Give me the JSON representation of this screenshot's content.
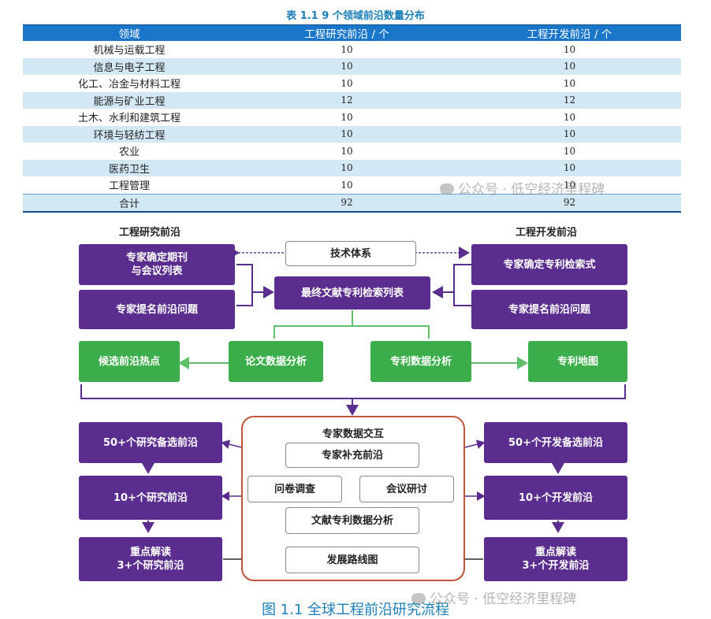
{
  "table": {
    "caption": "表 1.1   9 个领域前沿数量分布",
    "headers": [
      "领域",
      "工程研究前沿 / 个",
      "工程开发前沿 / 个"
    ],
    "rows": [
      [
        "机械与运载工程",
        "10",
        "10"
      ],
      [
        "信息与电子工程",
        "10",
        "10"
      ],
      [
        "化工、冶金与材料工程",
        "10",
        "10"
      ],
      [
        "能源与矿业工程",
        "12",
        "12"
      ],
      [
        "土木、水利和建筑工程",
        "10",
        "10"
      ],
      [
        "环境与轻纺工程",
        "10",
        "10"
      ],
      [
        "农业",
        "10",
        "10"
      ],
      [
        "医药卫生",
        "10",
        "10"
      ],
      [
        "工程管理",
        "10",
        "10"
      ]
    ],
    "total": [
      "合计",
      "92",
      "92"
    ]
  },
  "flow": {
    "left_header": "工程研究前沿",
    "right_header": "工程开发前沿",
    "tech_system": "技术体系",
    "final_list": "最终文献专利检索列表",
    "left_top": "专家确定期刊\n与会议列表",
    "left_mid": "专家提名前沿问题",
    "right_top": "专家确定专利检索式",
    "right_mid": "专家提名前沿问题",
    "candidate_hotspots": "候选前沿热点",
    "paper_analysis": "论文数据分析",
    "patent_analysis": "专利数据分析",
    "patent_map": "专利地图",
    "interaction_title": "专家数据交互",
    "supplement": "专家补充前沿",
    "survey": "问卷调查",
    "seminar": "会议研讨",
    "lit_patent_analysis": "文献专利数据分析",
    "roadmap": "发展路线图",
    "left_50": "50+个研究备选前沿",
    "left_10": "10+个研究前沿",
    "left_3": "重点解读\n3+个研究前沿",
    "right_50": "50+个开发备选前沿",
    "right_10": "10+个开发前沿",
    "right_3": "重点解读\n3+个开发前沿"
  },
  "figure_caption": "图 1.1    全球工程前沿研究流程",
  "watermark": "公众号 · 低空经济里程碑",
  "colors": {
    "table_header": "#1976c9",
    "row_band": "#d3e8f5",
    "purple": "#5b2d8e",
    "green": "#3bad4a",
    "frame": "#c0553a",
    "caption": "#1b7fb9"
  }
}
